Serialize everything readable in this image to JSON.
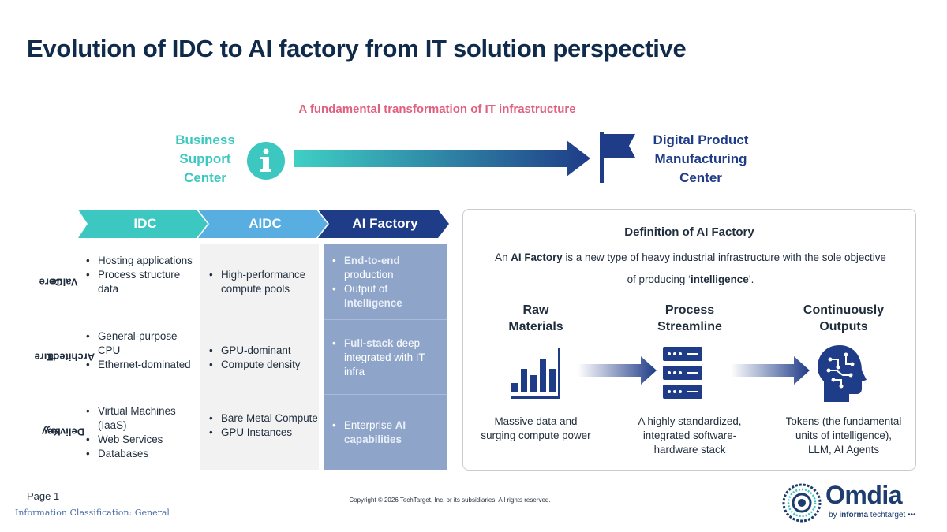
{
  "title": "Evolution of IDC to AI factory from IT solution perspective",
  "subtitle": "A fundamental transformation of IT infrastructure",
  "flow": {
    "from_lines": [
      "Business",
      "Support",
      "Center"
    ],
    "to_lines": [
      "Digital Product",
      "Manufacturing",
      "Center"
    ],
    "from_icon": "info-icon",
    "to_icon": "flag-icon"
  },
  "columns": [
    "IDC",
    "AIDC",
    "AI Factory"
  ],
  "rows": [
    {
      "label_lines": [
        "Core",
        "Value"
      ],
      "idc": [
        "Hosting applications",
        "Process structure data"
      ],
      "aidc": [
        "High-performance compute pools"
      ],
      "ai_factory": [
        {
          "highlight": "End-to-end",
          "rest": " production"
        },
        {
          "rest": "Output of ",
          "highlight": "Intelligence"
        }
      ]
    },
    {
      "label_lines": [
        "IT",
        "Architecture"
      ],
      "idc": [
        "General-purpose CPU",
        "Ethernet-dominated"
      ],
      "aidc": [
        "GPU-dominant",
        "Compute density"
      ],
      "ai_factory": [
        {
          "highlight": "Full-stack",
          "rest": " deep integrated with IT infra"
        }
      ]
    },
    {
      "label_lines": [
        "Key",
        "Delivery"
      ],
      "idc": [
        "Virtual Machines (IaaS)",
        "Web Services",
        "Databases"
      ],
      "aidc": [
        "Bare Metal Compute",
        "GPU Instances"
      ],
      "ai_factory": [
        {
          "rest": "Enterprise ",
          "highlight": "AI capabilities"
        }
      ]
    }
  ],
  "definition": {
    "title": "Definition of AI Factory",
    "text_pre": "An ",
    "text_bold": "AI Factory",
    "text_mid": " is a new type of heavy industrial infrastructure with the sole objective of producing ‘",
    "text_bold2": "intelligence",
    "text_post": "’.",
    "stages": [
      {
        "title_lines": [
          "Raw",
          "Materials"
        ],
        "icon": "bar-chart-icon",
        "desc_lines": [
          "Massive data and",
          "surging compute power"
        ]
      },
      {
        "title_lines": [
          "Process",
          "Streamline"
        ],
        "icon": "server-icon",
        "desc_lines": [
          "A highly standardized,",
          "integrated software-",
          "hardware stack"
        ]
      },
      {
        "title_lines": [
          "Continuously",
          "Outputs"
        ],
        "icon": "ai-head-icon",
        "desc_lines": [
          "Tokens (the fundamental",
          "units of intelligence),",
          "LLM, AI Agents"
        ]
      }
    ]
  },
  "footer": {
    "page": "Page 1",
    "classification": "Information Classification: General",
    "copyright": "Copyright © 2026 TechTarget, Inc. or its subsidiaries. All rights reserved."
  },
  "logo": {
    "word": "Omdia",
    "sub_pre": "by ",
    "sub_bold": "informa",
    "sub_post": " techtarget •••"
  },
  "colors": {
    "title": "#0f2a4a",
    "subtitle": "#e0607e",
    "teal": "#3cc8c0",
    "navy": "#1f3c88",
    "ai_column": "#8ea5c9"
  }
}
